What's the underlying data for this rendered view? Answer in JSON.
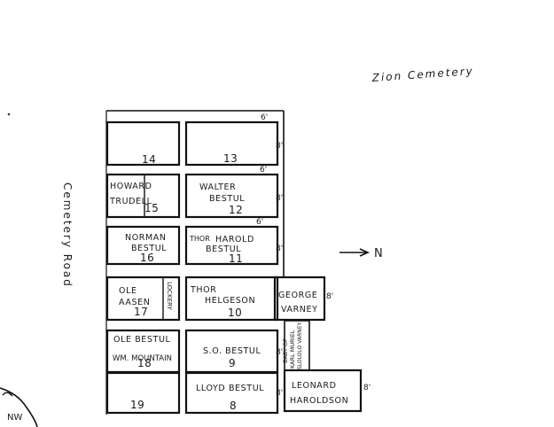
{
  "map": {
    "title": "Zion Cemetery",
    "road": "Cemetery Road",
    "north": "N",
    "corner_mark": "NW",
    "spacing": {
      "s6": "6'",
      "s8": "8'"
    },
    "plots": {
      "p14": {
        "number": "14"
      },
      "p13": {
        "number": "13"
      },
      "p15": {
        "number": "15",
        "name1": "HOWARD",
        "name2": "TRUDELL"
      },
      "p12": {
        "number": "12",
        "name1": "WALTER",
        "name2": "BESTUL"
      },
      "p16": {
        "number": "16",
        "name1": "NORMAN",
        "name2": "BESTUL"
      },
      "p11": {
        "number": "11",
        "name0": "THOR",
        "name1": "HAROLD",
        "name2": "BESTUL"
      },
      "p17": {
        "number": "17",
        "name1": "OLE",
        "name2": "AASEN",
        "side": "LOCKERY"
      },
      "p10": {
        "number": "10",
        "name1": "THOR",
        "name2": "HELGESON"
      },
      "pGV": {
        "name1": "GEORGE",
        "name2": "VARNEY"
      },
      "pBaby": {
        "l1": "BABY OF",
        "l2": "KARL MURIEL",
        "l3": "SLOLOLO VARNEY"
      },
      "p18": {
        "number": "18",
        "name1": "OLE BESTUL",
        "name2": "WM. MOUNTAIN"
      },
      "p9": {
        "number": "9",
        "name1": "S.O. BESTUL"
      },
      "p19": {
        "number": "19"
      },
      "p8": {
        "number": "8",
        "name1": "LLOYD BESTUL"
      },
      "pLH": {
        "name1": "LEONARD",
        "name2": "HAROLDSON"
      }
    }
  }
}
